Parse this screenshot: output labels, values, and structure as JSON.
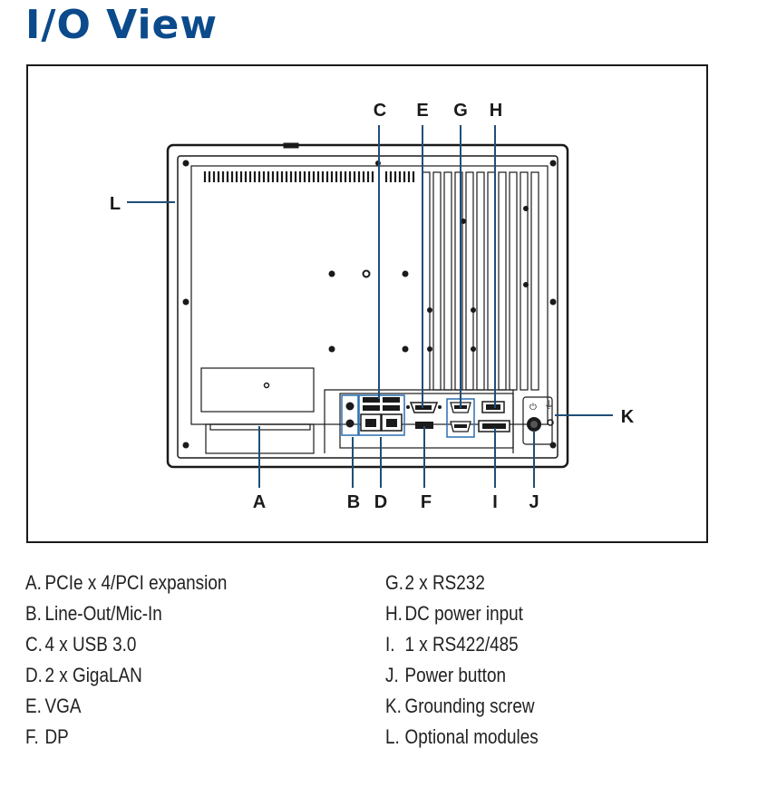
{
  "title": "I/O View",
  "callouts": {
    "A": "A",
    "B": "B",
    "C": "C",
    "D": "D",
    "E": "E",
    "F": "F",
    "G": "G",
    "H": "H",
    "I": "I",
    "J": "J",
    "K": "K",
    "L": "L"
  },
  "legend_left": [
    {
      "key": "A.",
      "text": "PCIe x 4/PCI expansion"
    },
    {
      "key": "B.",
      "text": "Line-Out/Mic-In"
    },
    {
      "key": "C.",
      "text": "4 x USB 3.0"
    },
    {
      "key": "D.",
      "text": "2 x GigaLAN"
    },
    {
      "key": "E.",
      "text": "VGA"
    },
    {
      "key": "F.",
      "text": "DP"
    }
  ],
  "legend_right": [
    {
      "key": "G.",
      "text": "2 x RS232"
    },
    {
      "key": "H.",
      "text": "DC power input"
    },
    {
      "key": "I.",
      "text": "1 x RS422/485"
    },
    {
      "key": "J.",
      "text": "Power button"
    },
    {
      "key": "K.",
      "text": "Grounding screw"
    },
    {
      "key": "L.",
      "text": "Optional modules"
    }
  ],
  "colors": {
    "accent": "#0b4a8b",
    "callout_line": "#1f4e79",
    "outline": "#1a1a1a"
  }
}
